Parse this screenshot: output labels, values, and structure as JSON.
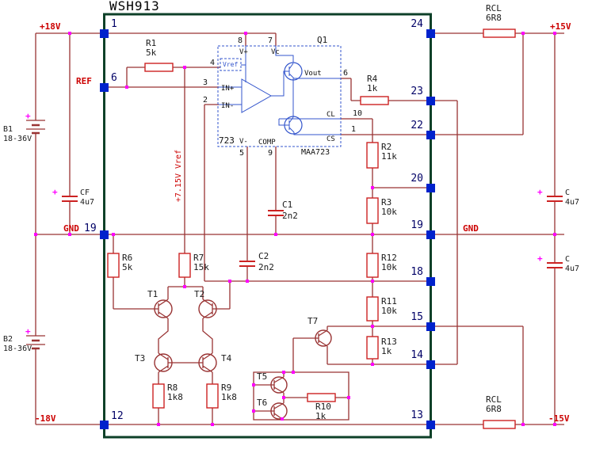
{
  "module": {
    "title": "WSH913"
  },
  "rails": {
    "p18v": "+18V",
    "m18v": "-18V",
    "p15v": "+15V",
    "m15v": "-15V",
    "gnd": "GND",
    "ref": "REF",
    "vref": "+7.15V Vref"
  },
  "pins": {
    "left": [
      "1",
      "6",
      "19",
      "12"
    ],
    "right": [
      "24",
      "23",
      "22",
      "20",
      "19",
      "18",
      "15",
      "14",
      "13"
    ]
  },
  "ic": {
    "part": "723",
    "device": "MAA723",
    "q1": "Q1",
    "labels": {
      "vplus": "V+",
      "vc": "Vc",
      "vout": "Vout",
      "cl": "CL",
      "cs": "CS",
      "comp": "COMP",
      "vminus": "V-",
      "inplus": "IN+",
      "inminus": "IN-",
      "vref": "Vref"
    },
    "pins": {
      "vplus": "8",
      "vc": "7",
      "vref": "4",
      "inplus": "3",
      "inminus": "2",
      "vout": "6",
      "cl": "10",
      "cs": "1",
      "vminus": "5",
      "comp": "9"
    }
  },
  "components": {
    "r1": {
      "name": "R1",
      "value": "5k"
    },
    "r2": {
      "name": "R2",
      "value": "11k"
    },
    "r3": {
      "name": "R3",
      "value": "10k"
    },
    "r4": {
      "name": "R4",
      "value": "1k"
    },
    "r6": {
      "name": "R6",
      "value": "5k"
    },
    "r7": {
      "name": "R7",
      "value": "15k"
    },
    "r8": {
      "name": "R8",
      "value": "1k8"
    },
    "r9": {
      "name": "R9",
      "value": "1k8"
    },
    "r10": {
      "name": "R10",
      "value": "1k"
    },
    "r11": {
      "name": "R11",
      "value": "10k"
    },
    "r12": {
      "name": "R12",
      "value": "10k"
    },
    "r13": {
      "name": "R13",
      "value": "1k"
    },
    "rcl_top": {
      "name": "RCL",
      "value": "6R8"
    },
    "rcl_bottom": {
      "name": "RCL",
      "value": "6R8"
    },
    "c1": {
      "name": "C1",
      "value": "2n2"
    },
    "c2": {
      "name": "C2",
      "value": "2n2"
    },
    "cf": {
      "name": "CF",
      "value": "4u7"
    },
    "c_top": {
      "name": "C",
      "value": "4u7"
    },
    "c_bottom": {
      "name": "C",
      "value": "4u7"
    },
    "b1": {
      "name": "B1",
      "value": "18-36V"
    },
    "b2": {
      "name": "B2",
      "value": "18-36V"
    },
    "t1": "T1",
    "t2": "T2",
    "t3": "T3",
    "t4": "T4",
    "t5": "T5",
    "t6": "T6",
    "t7": "T7"
  },
  "symbols": {
    "plus": "+"
  }
}
